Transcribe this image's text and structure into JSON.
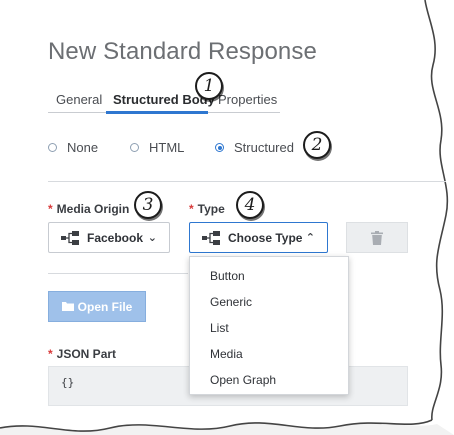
{
  "page": {
    "title": "New Standard Response"
  },
  "tabs": [
    {
      "label": "General"
    },
    {
      "label": "Structured Body"
    },
    {
      "label": "Properties"
    }
  ],
  "body_type": {
    "options": [
      {
        "label": "None",
        "selected": false
      },
      {
        "label": "HTML",
        "selected": false
      },
      {
        "label": "Structured",
        "selected": true
      }
    ]
  },
  "media_origin": {
    "label": "Media Origin",
    "required_marker": "*",
    "value": "Facebook"
  },
  "type": {
    "label": "Type",
    "required_marker": "*",
    "value": "Choose Type",
    "options": [
      "Button",
      "Generic",
      "List",
      "Media",
      "Open Graph"
    ]
  },
  "actions": {
    "open_file": "Open File"
  },
  "json_part": {
    "label": "JSON Part",
    "required_marker": "*",
    "value": "{}"
  },
  "callouts": [
    "1",
    "2",
    "3",
    "4"
  ],
  "colors": {
    "accent": "#2e77d0",
    "required": "#d83a3a",
    "open_file_bg": "#9fc1ea"
  },
  "icons": {
    "select_icon": "tree-branch-icon",
    "trash": "trash-icon",
    "folder": "folder-icon"
  }
}
